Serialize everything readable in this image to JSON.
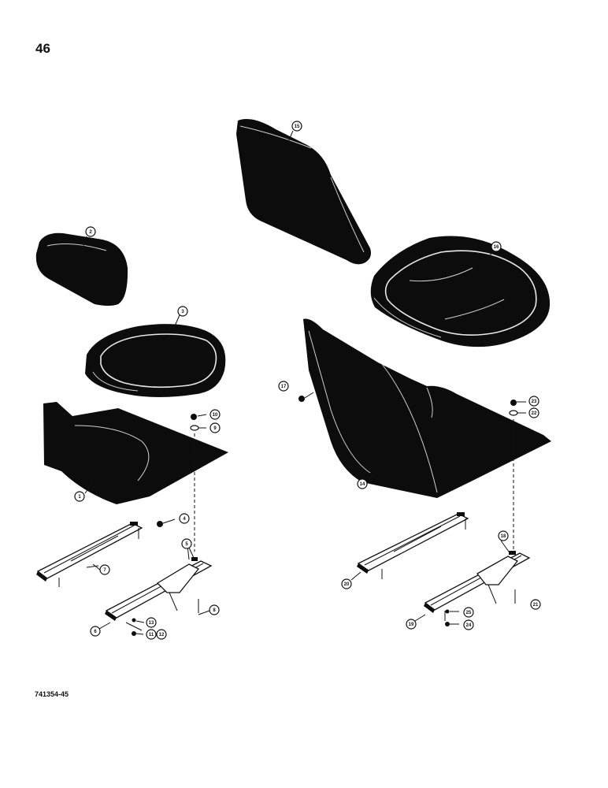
{
  "page_number": "46",
  "figure_code": "741354-45",
  "callouts": [
    {
      "id": "c1",
      "label": "1"
    },
    {
      "id": "c2",
      "label": "2"
    },
    {
      "id": "c3",
      "label": "3"
    },
    {
      "id": "c4",
      "label": "4"
    },
    {
      "id": "c5",
      "label": "5"
    },
    {
      "id": "c6",
      "label": "6"
    },
    {
      "id": "c7",
      "label": "7"
    },
    {
      "id": "c8",
      "label": "8"
    },
    {
      "id": "c9",
      "label": "9"
    },
    {
      "id": "c10",
      "label": "10"
    },
    {
      "id": "c11",
      "label": "11"
    },
    {
      "id": "c12",
      "label": "12"
    },
    {
      "id": "c13",
      "label": "13"
    },
    {
      "id": "c14",
      "label": "14"
    },
    {
      "id": "c15",
      "label": "15"
    },
    {
      "id": "c16",
      "label": "16"
    },
    {
      "id": "c17",
      "label": "17"
    },
    {
      "id": "c18",
      "label": "18"
    },
    {
      "id": "c19",
      "label": "19"
    },
    {
      "id": "c20",
      "label": "20"
    },
    {
      "id": "c21",
      "label": "21"
    },
    {
      "id": "c22",
      "label": "22"
    },
    {
      "id": "c23",
      "label": "23"
    },
    {
      "id": "c24",
      "label": "24"
    },
    {
      "id": "c25",
      "label": "25"
    }
  ]
}
